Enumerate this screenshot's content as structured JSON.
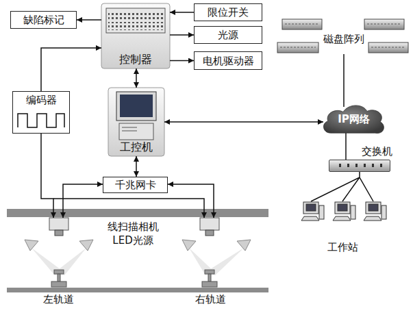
{
  "diagram": {
    "nodes": [
      {
        "text": [
          "缺陷标记"
        ]
      },
      {
        "text": [
          "控制器"
        ]
      },
      {
        "text": [
          "限位开关"
        ]
      },
      {
        "text": [
          "光源"
        ]
      },
      {
        "text": [
          "电机驱动器"
        ]
      },
      {
        "text": [
          "编码器"
        ]
      },
      {
        "text": [
          "工控机"
        ]
      },
      {
        "text": [
          "千兆网卡"
        ]
      },
      {
        "text": [
          "磁盘阵列"
        ]
      },
      {
        "text": [
          "IP网络"
        ]
      },
      {
        "text": [
          "交换机"
        ]
      },
      {
        "text": [
          "工作站"
        ]
      }
    ],
    "edges": [
      {
        "from": 1,
        "to": 0,
        "arrow": "to"
      },
      {
        "from": 2,
        "to": 1,
        "arrow": "to"
      },
      {
        "from": 1,
        "to": 3,
        "arrow": "to"
      },
      {
        "from": 1,
        "to": 4,
        "arrow": "to"
      },
      {
        "from": 5,
        "to": 1,
        "arrow": "to"
      },
      {
        "from": 1,
        "to": 6,
        "arrow": "both"
      },
      {
        "from": 6,
        "to": 7,
        "arrow": "both"
      },
      {
        "from": 6,
        "to": 9,
        "arrow": "both"
      },
      {
        "from": 8,
        "to": 9,
        "arrow": "none"
      },
      {
        "from": 9,
        "to": 10,
        "arrow": "none"
      },
      {
        "from": 10,
        "to": 11,
        "arrow": "none"
      }
    ],
    "labels": [
      "线扫描相机 LED光源",
      "左轨道",
      "右轨道"
    ]
  }
}
